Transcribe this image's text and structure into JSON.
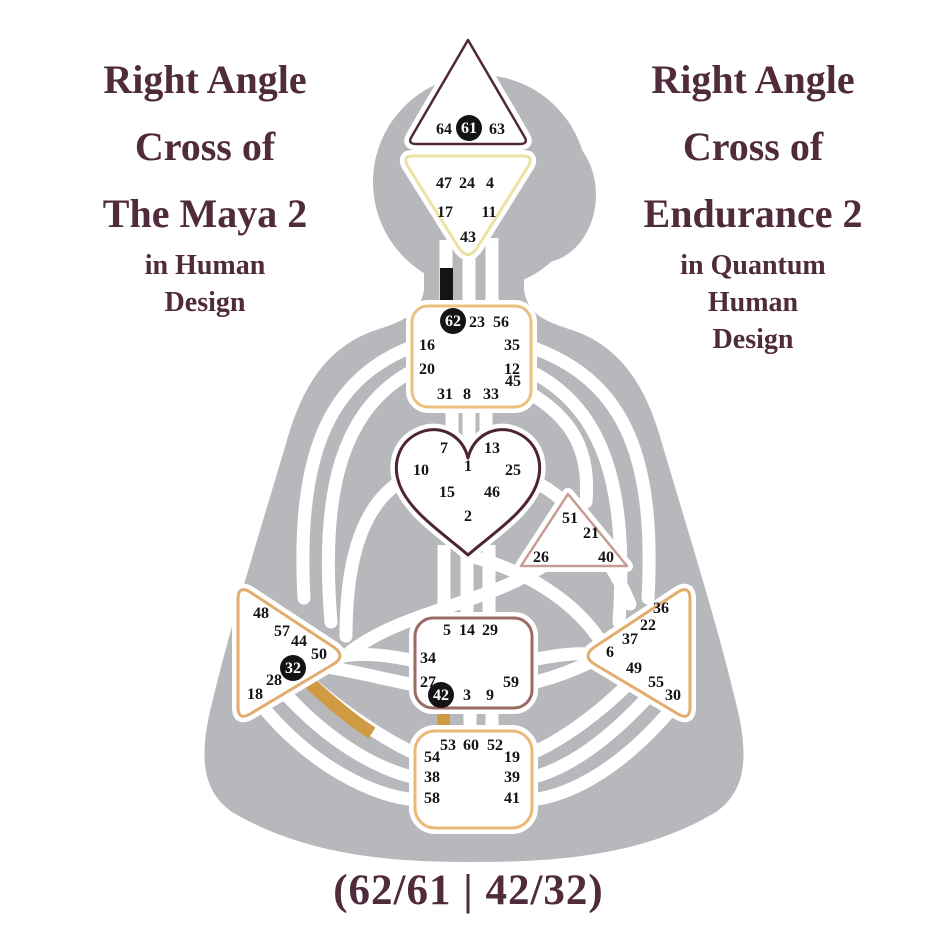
{
  "left_title": {
    "lines": [
      "Right Angle",
      "Cross of",
      "The Maya 2"
    ],
    "subtitle_lines": [
      "in Human",
      "Design"
    ]
  },
  "right_title": {
    "lines": [
      "Right Angle",
      "Cross of",
      "Endurance 2"
    ],
    "subtitle_lines": [
      "in Quantum",
      "Human",
      "Design"
    ]
  },
  "caption": "(62/61 | 42/32)",
  "colors": {
    "title_text": "#4f2b3b",
    "silhouette": "#b6b8bc",
    "gold": "#cf9a42",
    "black": "#141414",
    "head_border": "#53273a",
    "ajna_border": "#ece2a4",
    "throat_border": "#eec07e",
    "g_border": "#4d2433",
    "ego_border": "#c59d92",
    "spleen_border": "#e0ad6f",
    "sacral_border": "#9a6b63",
    "sp_border": "#e2ae6d",
    "root_border": "#ecb878"
  },
  "bodygraph": {
    "circled_gates": [
      "61",
      "62",
      "42",
      "32"
    ],
    "centers": {
      "head": {
        "name": "Head",
        "gates": [
          "64",
          "61",
          "63"
        ]
      },
      "ajna": {
        "name": "Ajna",
        "gates": [
          "47",
          "24",
          "4",
          "17",
          "11",
          "43"
        ]
      },
      "throat": {
        "name": "Throat",
        "gates": [
          "62",
          "23",
          "56",
          "16",
          "35",
          "20",
          "12",
          "31",
          "8",
          "33",
          "45"
        ]
      },
      "g": {
        "name": "G Center",
        "gates": [
          "7",
          "13",
          "1",
          "10",
          "25",
          "15",
          "46",
          "2"
        ]
      },
      "ego": {
        "name": "Ego",
        "gates": [
          "51",
          "21",
          "26",
          "40"
        ]
      },
      "spleen": {
        "name": "Spleen",
        "gates": [
          "48",
          "57",
          "44",
          "50",
          "32",
          "28",
          "18"
        ]
      },
      "sacral": {
        "name": "Sacral",
        "gates": [
          "5",
          "14",
          "29",
          "34",
          "27",
          "42",
          "3",
          "9",
          "59"
        ]
      },
      "solar_plexus": {
        "name": "Solar Plexus",
        "gates": [
          "36",
          "22",
          "37",
          "6",
          "49",
          "55",
          "30"
        ]
      },
      "root": {
        "name": "Root",
        "gates": [
          "53",
          "60",
          "52",
          "54",
          "19",
          "38",
          "39",
          "58",
          "41"
        ]
      }
    }
  }
}
